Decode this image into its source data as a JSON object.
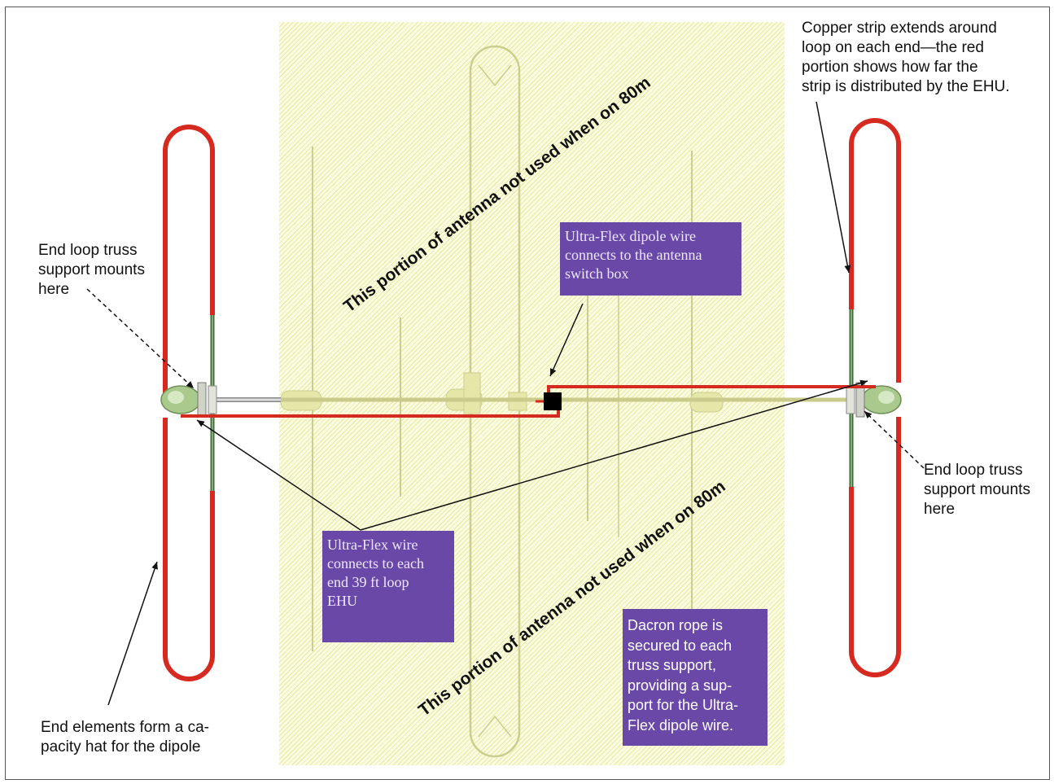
{
  "labels": {
    "copper_strip": "Copper strip extends around\nloop on each end—the red\nportion shows how far the\nstrip is distributed by the EHU.",
    "end_loop_left": "End loop truss\nsupport mounts\nhere",
    "end_loop_right": "End loop truss\nsupport mounts\nhere",
    "end_elements": "End elements form a ca-\npacity hat for the dipole",
    "unused_top": "This portion of antenna not used when on 80m",
    "unused_bottom": "This portion of antenna not used when on 80m",
    "dipole_switch": "Ultra-Flex dipole wire\nconnects to the antenna\nswitch box",
    "wire_loop": "Ultra-Flex wire\nconnects to each\nend 39 ft loop\nEHU",
    "dacron": "Dacron rope is\nsecured to each\ntruss support,\nproviding a sup-\nport for the Ultra-\nFlex dipole wire."
  },
  "colors": {
    "loop_red": "#d62a20",
    "callout_purple": "#6a48a8",
    "hatch_yellow": "#f3f5c4",
    "green_element": "#3d6b35",
    "switch_box": "#000000"
  }
}
